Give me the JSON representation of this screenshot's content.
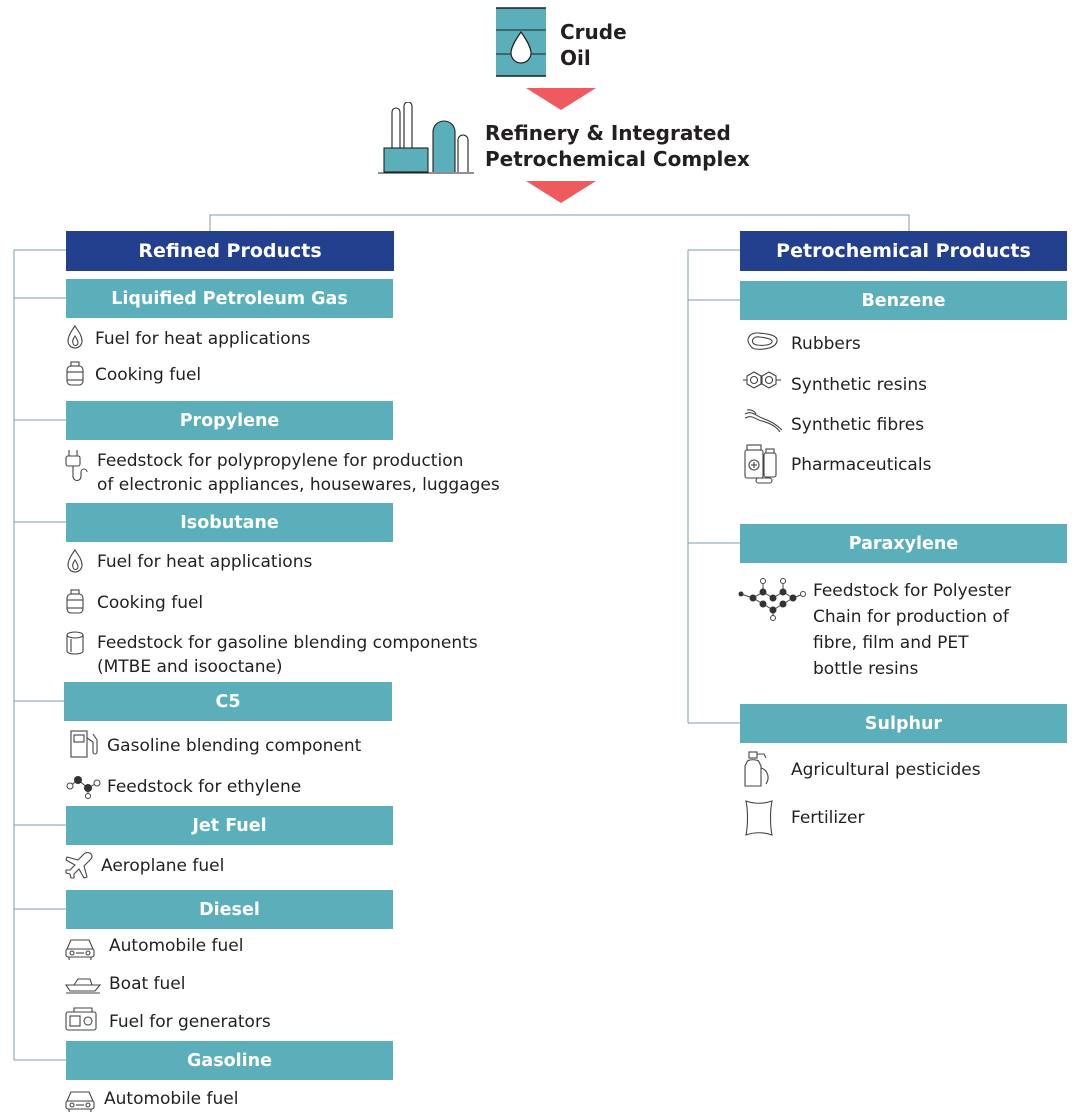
{
  "top": {
    "crude_oil": [
      "Crude",
      "Oil"
    ],
    "refinery": [
      "Refinery & Integrated",
      "Petrochemical Complex"
    ]
  },
  "colors": {
    "navy": "#23408e",
    "teal": "#5aafba",
    "arrow": "#ef5a5f",
    "line": "#7e9ca8"
  },
  "refined": {
    "title": "Refined Products",
    "categories": [
      {
        "name": "Liquified Petroleum Gas",
        "items": [
          {
            "icon": "flame-icon",
            "text": "Fuel for heat applications"
          },
          {
            "icon": "gas-cylinder-icon",
            "text": "Cooking fuel"
          }
        ]
      },
      {
        "name": "Propylene",
        "items": [
          {
            "icon": "plug-icon",
            "text": "Feedstock for polypropylene for production",
            "text2": "of electronic appliances, housewares, luggages"
          }
        ]
      },
      {
        "name": "Isobutane",
        "items": [
          {
            "icon": "flame-icon",
            "text": "Fuel for heat applications"
          },
          {
            "icon": "gas-cylinder-icon",
            "text": "Cooking fuel"
          },
          {
            "icon": "drum-icon",
            "text": "Feedstock for gasoline blending components",
            "text2": "(MTBE and isooctane)"
          }
        ]
      },
      {
        "name": "C5",
        "items": [
          {
            "icon": "fuel-pump-icon",
            "text": "Gasoline blending component"
          },
          {
            "icon": "molecule-icon",
            "text": "Feedstock for ethylene"
          }
        ]
      },
      {
        "name": "Jet Fuel",
        "items": [
          {
            "icon": "airplane-icon",
            "text": "Aeroplane fuel"
          }
        ]
      },
      {
        "name": "Diesel",
        "items": [
          {
            "icon": "car-icon",
            "text": "Automobile fuel"
          },
          {
            "icon": "boat-icon",
            "text": "Boat fuel"
          },
          {
            "icon": "generator-icon",
            "text": "Fuel for generators"
          }
        ]
      },
      {
        "name": "Gasoline",
        "items": [
          {
            "icon": "car-icon",
            "text": "Automobile fuel"
          }
        ]
      }
    ]
  },
  "petro": {
    "title": "Petrochemical Products",
    "categories": [
      {
        "name": "Benzene",
        "items": [
          {
            "icon": "rubber-band-icon",
            "text": "Rubbers"
          },
          {
            "icon": "resin-molecule-icon",
            "text": "Synthetic resins"
          },
          {
            "icon": "fibre-icon",
            "text": "Synthetic fibres"
          },
          {
            "icon": "medicine-icon",
            "text": "Pharmaceuticals"
          }
        ]
      },
      {
        "name": "Paraxylene",
        "items": [
          {
            "icon": "paraxylene-molecule-icon",
            "lines": [
              "Feedstock for Polyester",
              "Chain for production of",
              "fibre, film and PET",
              "bottle resins"
            ]
          }
        ]
      },
      {
        "name": "Sulphur",
        "items": [
          {
            "icon": "spray-bottle-icon",
            "text": "Agricultural pesticides"
          },
          {
            "icon": "fertilizer-sack-icon",
            "text": "Fertilizer"
          }
        ]
      }
    ]
  }
}
